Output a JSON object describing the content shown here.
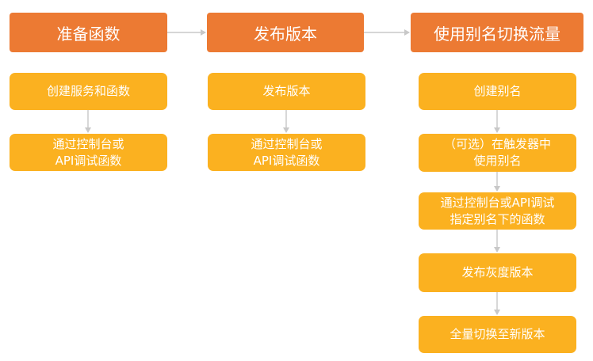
{
  "stages": [
    {
      "title": "准备函数",
      "steps": [
        "创建服务和函数",
        "通过控制台或\nAPI调试函数"
      ]
    },
    {
      "title": "发布版本",
      "steps": [
        "发布版本",
        "通过控制台或\nAPI调试函数"
      ]
    },
    {
      "title": "使用别名切换流量",
      "steps": [
        "创建别名",
        "（可选）在触发器中\n使用别名",
        "通过控制台或API调试\n指定别名下的函数",
        "发布灰度版本",
        "全量切换至新版本"
      ]
    }
  ],
  "colors": {
    "header": "#ec7a33",
    "step": "#fbb120",
    "connector": "#c8c8c8"
  }
}
